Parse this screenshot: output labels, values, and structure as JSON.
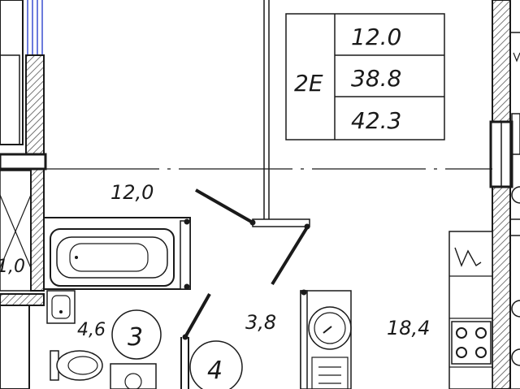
{
  "apartment_table": {
    "type_label": "2E",
    "living_area": "12.0",
    "total_area": "38.8",
    "gross_area": "42.3"
  },
  "rooms": {
    "room_a_area": "12,0",
    "room_bath_area": "4,6",
    "room_hall_area": "3,8",
    "room_kitchen_area": "18,4",
    "room_left_area_partial": "1,0",
    "room_label_3": "3",
    "room_label_4": "4"
  },
  "colors": {
    "wall": "#2b2b2b",
    "hatch": "#555555",
    "line": "#1a1a1a",
    "blue": "#3a4fd0"
  }
}
